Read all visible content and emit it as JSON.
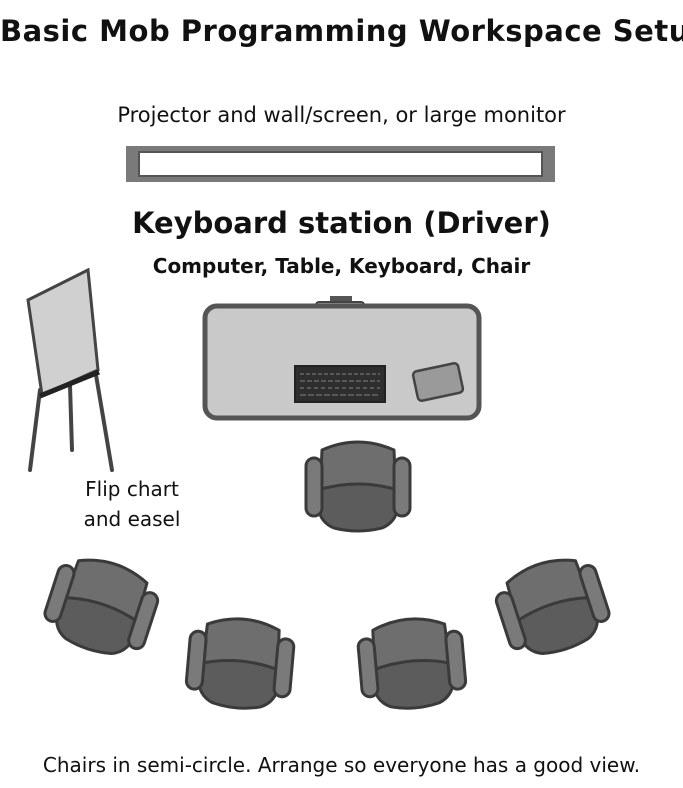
{
  "title": "Basic Mob Programming Workspace Setup",
  "screen_label": "Projector and wall/screen, or large monitor",
  "station": {
    "title": "Keyboard station (Driver)",
    "subtitle": "Computer, Table, Keyboard, Chair"
  },
  "flipchart_label_line1": "Flip chart",
  "flipchart_label_line2": "and easel",
  "footer": "Chairs in semi-circle. Arrange so everyone has a good view.",
  "colors": {
    "outline": "#444444",
    "chair_fill": "#6e6e6e",
    "chair_seat": "#5a5a5a",
    "table_fill": "#c9c9c9",
    "screen_fill": "#e6e6e6",
    "easel_board": "#cfcfcf"
  }
}
